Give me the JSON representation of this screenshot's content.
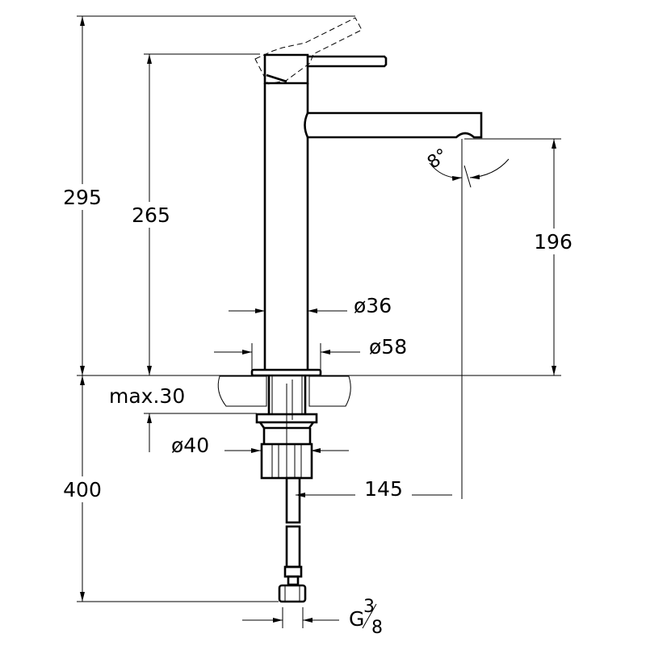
{
  "title": "Basin mixer technical drawing",
  "dimensions": {
    "total_height": "295",
    "body_height": "265",
    "spout_height": "196",
    "below_counter": "400",
    "max_counter": "max.30",
    "body_diameter": "ø36",
    "flange_diameter": "ø58",
    "hole_diameter": "ø40",
    "spout_reach": "145",
    "connection_main": "G",
    "connection_num": "3",
    "connection_den": "8",
    "spout_angle": "8°"
  },
  "colors": {
    "line": "#000000",
    "background": "#ffffff"
  }
}
